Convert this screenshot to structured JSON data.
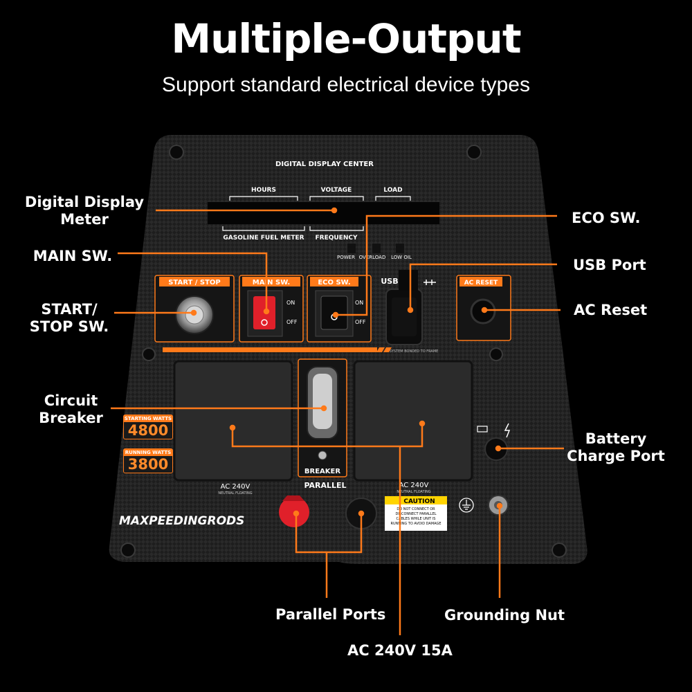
{
  "header": {
    "title": "Multiple-Output",
    "subtitle": "Support standard electrical device types"
  },
  "panel": {
    "display_center": "DIGITAL DISPLAY CENTER",
    "hours": "HOURS",
    "voltage": "VOLTAGE",
    "load": "LOAD",
    "fuel_meter": "GASOLINE FUEL METER",
    "frequency": "FREQUENCY",
    "power": "POWER",
    "overload": "OVERLOAD",
    "low_oil": "LOW OIL",
    "start_stop": "START / STOP",
    "main_sw": "MAIN SW.",
    "eco_sw": "ECO SW.",
    "on": "ON",
    "off": "OFF",
    "usb": "USB",
    "ac_reset": "AC RESET",
    "bonded": "SYSTEM BONDED TO FRAME",
    "breaker": "BREAKER",
    "parallel": "PARALLEL",
    "ac240_left": "AC 240V",
    "ac240_right": "AC 240V",
    "neutral_floating": "NEUTRAL FLOATING",
    "starting_watts_label": "STARTING WATTS",
    "starting_watts": "4800",
    "running_watts_label": "RUNNING WATTS",
    "running_watts": "3800",
    "caution_title": "CAUTION",
    "caution_text_1": "DO NOT CONNECT OR",
    "caution_text_2": "DISCONNECT PARALLEL",
    "caution_text_3": "CABLES WHILE UNIT IS",
    "caution_text_4": "RUNNING TO AVOID DAMAGE",
    "brand": "MAXPEEDINGRODS"
  },
  "callouts": {
    "digital_display": "Digital Display Meter",
    "main_sw": "MAIN SW.",
    "start_stop": "START/ STOP SW.",
    "circuit_breaker": "Circuit Breaker",
    "eco_sw": "ECO SW.",
    "usb_port": "USB Port",
    "ac_reset": "AC Reset",
    "battery_charge": "Battery Charge Port",
    "parallel_ports": "Parallel Ports",
    "grounding_nut": "Grounding Nut",
    "ac240_15a": "AC 240V 15A"
  },
  "colors": {
    "accent": "#ff7a1a",
    "background": "#000000",
    "panel": "#1c1c1c",
    "red_switch": "#e0202a"
  }
}
